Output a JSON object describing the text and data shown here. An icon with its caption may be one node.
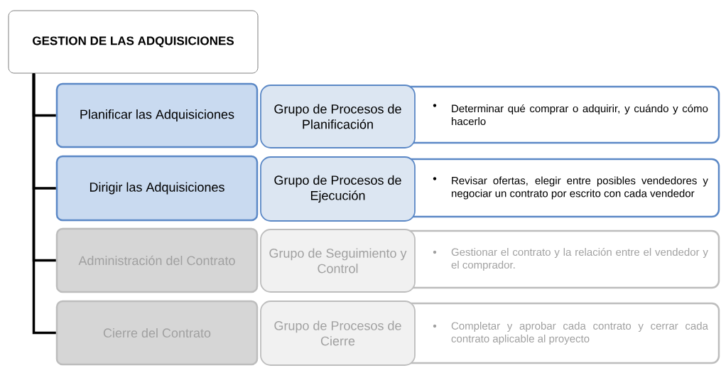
{
  "diagram": {
    "nodes": [
      {
        "text": [
          "GESTION DE LAS ADQUISICIONES"
        ]
      },
      {
        "text": [
          "Planificar las Adquisiciones"
        ]
      },
      {
        "text": [
          "Grupo de Procesos de Planificación"
        ]
      },
      {
        "text": [
          "Determinar qué comprar o adquirir, y cuándo y cómo hacerlo"
        ]
      },
      {
        "text": [
          "Dirigir las Adquisiciones"
        ]
      },
      {
        "text": [
          "Grupo de Procesos de Ejecución"
        ]
      },
      {
        "text": [
          "Revisar ofertas, elegir entre posibles vendedores y negociar un contrato por escrito con cada vendedor"
        ]
      },
      {
        "text": [
          "Administración del Contrato"
        ]
      },
      {
        "text": [
          "Grupo de Seguimiento y Control"
        ]
      },
      {
        "text": [
          "Gestionar el contrato y la relación entre el vendedor y el comprador."
        ]
      },
      {
        "text": [
          "Cierre del Contrato"
        ]
      },
      {
        "text": [
          "Grupo de Procesos de Cierre"
        ]
      },
      {
        "text": [
          "Completar y aprobar cada contrato y cerrar cada contrato aplicable al proyecto"
        ]
      }
    ],
    "edges": [
      {
        "from": 0,
        "to": 1,
        "arrow": "none"
      },
      {
        "from": 0,
        "to": 4,
        "arrow": "none"
      },
      {
        "from": 0,
        "to": 7,
        "arrow": "none"
      },
      {
        "from": 0,
        "to": 10,
        "arrow": "none"
      }
    ]
  }
}
